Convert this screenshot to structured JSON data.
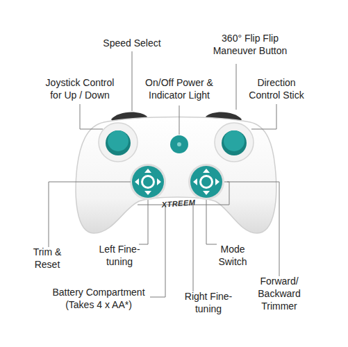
{
  "diagram": {
    "labels": [
      "Speed Select",
      "360° Flip Flip Maneuver Button",
      "Joystick Control for Up / Down",
      "On/Off Power & Indicator Light",
      "Direction Control Stick",
      "XTREEM",
      "Trim & Reset",
      "Left Fine-tuning",
      "Mode Switch",
      "Forward/ Backward Trimmer",
      "Battery Compartment (Takes 4 x AA*)",
      "Right Fine-tuning"
    ]
  }
}
